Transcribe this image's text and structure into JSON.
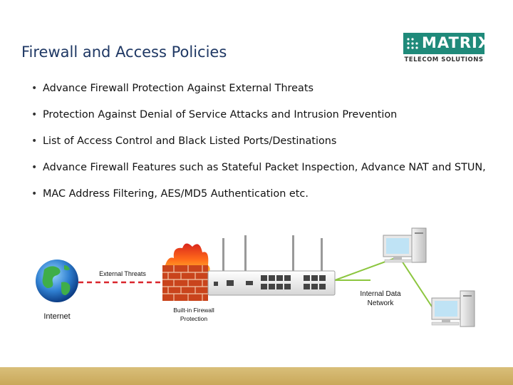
{
  "slide": {
    "title": "Firewall and Access Policies",
    "bullets": [
      "Advance Firewall Protection Against External Threats",
      "Protection Against Denial of Service Attacks and Intrusion Prevention",
      "List of Access Control and Black Listed Ports/Destinations",
      "Advance Firewall Features  such as Stateful Packet Inspection, Advance NAT and STUN,",
      "MAC Address Filtering, AES/MD5 Authentication etc."
    ]
  },
  "logo": {
    "name": "MATRIX",
    "tagline": "TELECOM SOLUTIONS",
    "color": "#1f8a7a"
  },
  "diagram": {
    "internet_label": "Internet",
    "threats_label": "External Threats",
    "firewall_label_line1": "Built-in Firewall",
    "firewall_label_line2": "Protection",
    "network_label_line1": "Internal Data",
    "network_label_line2": "Network",
    "threat_line_color": "#d9262c",
    "lan_line_color": "#8cc63f"
  }
}
